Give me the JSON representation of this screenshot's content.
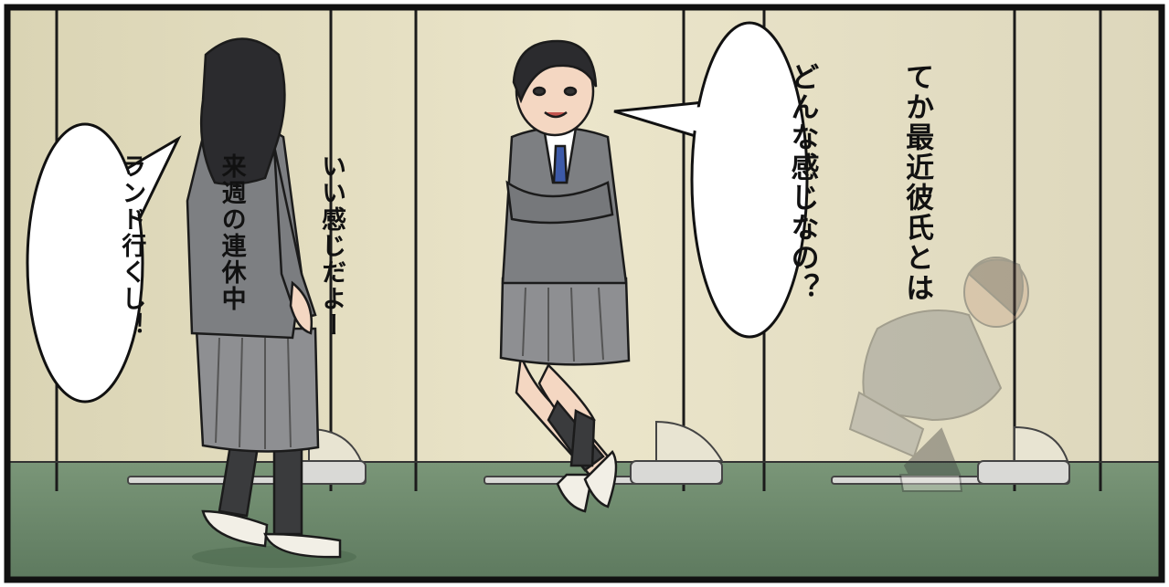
{
  "panel": {
    "colors": {
      "wall": "#e6dfc2",
      "floor": "#6f8c6e",
      "border": "#111111",
      "blazer": "#7d7f82",
      "hair": "#2b2b2e",
      "tie": "#3d5aa8"
    }
  },
  "bubbles": {
    "left": {
      "lines": [
        "いい感じだよー",
        "来週の連休中",
        "ランド行くし！"
      ]
    },
    "right": {
      "lines": [
        "てか最近彼氏とは",
        "どんな感じなの？"
      ]
    }
  }
}
